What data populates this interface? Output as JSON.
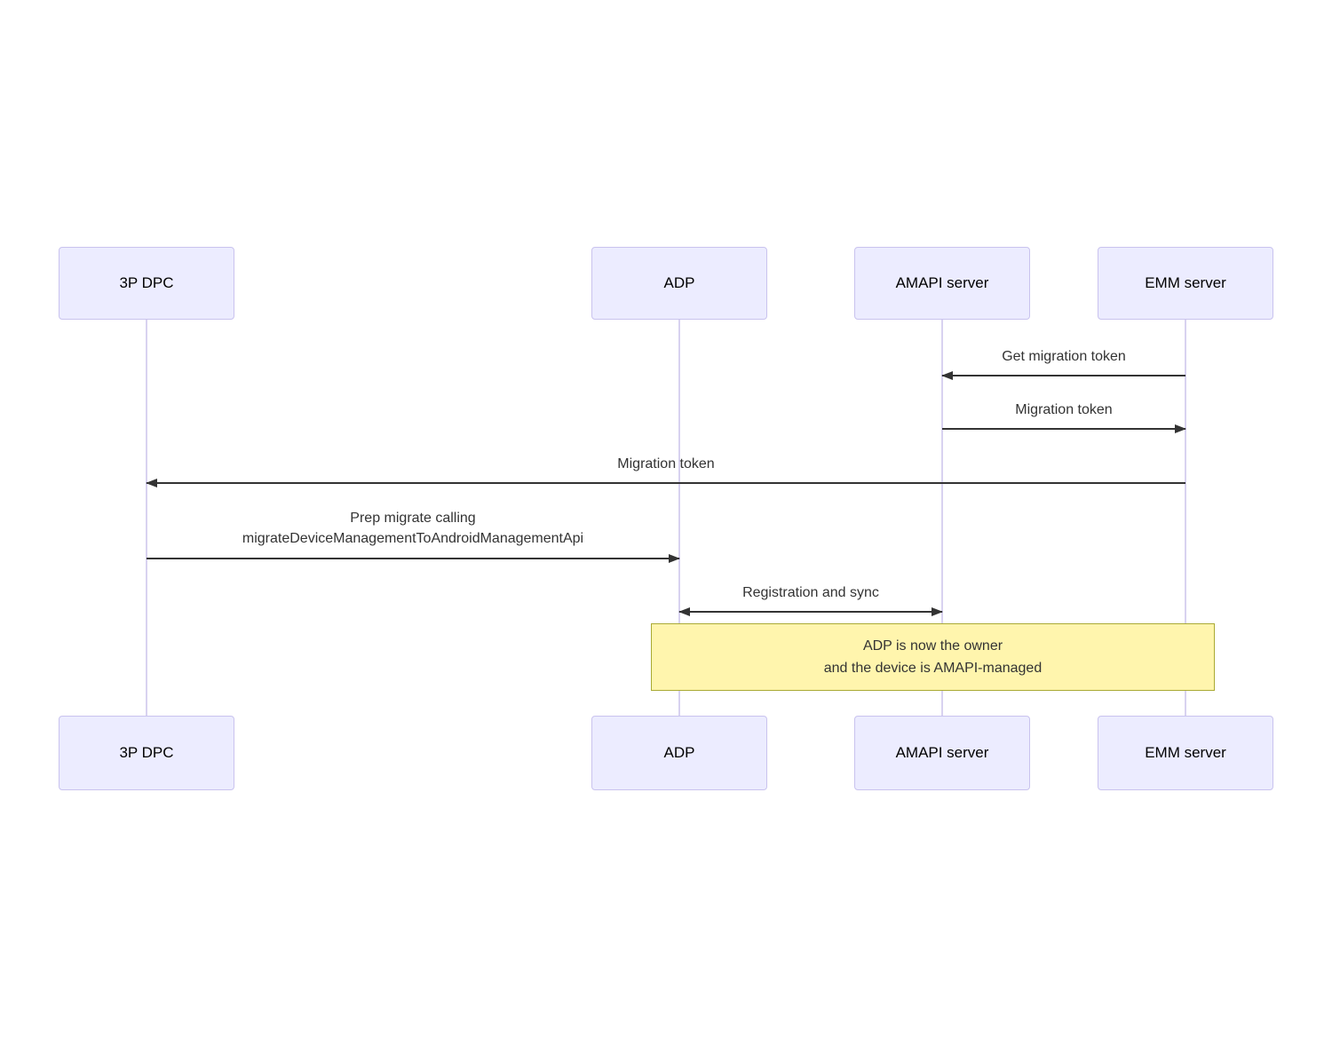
{
  "colors": {
    "actor_fill": "#ECECFF",
    "actor_border": "#C9C3EE",
    "lifeline": "#D8D2F0",
    "arrow": "#333333",
    "text": "#333333",
    "note_fill": "#FFF5AD",
    "note_border": "#AAAA33",
    "background": "#FFFFFF"
  },
  "chart_data": {
    "type": "sequence-diagram",
    "title": ""
  },
  "diagram": {
    "actors": [
      {
        "label": "3P DPC"
      },
      {
        "label": "ADP"
      },
      {
        "label": "AMAPI server"
      },
      {
        "label": "EMM server"
      }
    ],
    "messages": [
      {
        "label": "Get migration token",
        "from": "EMM server",
        "to": "AMAPI server",
        "direction": "left"
      },
      {
        "label": "Migration token",
        "from": "AMAPI server",
        "to": "EMM server",
        "direction": "right"
      },
      {
        "label": "Migration token",
        "from": "EMM server",
        "to": "3P DPC",
        "direction": "left"
      },
      {
        "label": "Prep migrate calling",
        "label2": "migrateDeviceManagementToAndroidManagementApi",
        "from": "3P DPC",
        "to": "ADP",
        "direction": "right"
      },
      {
        "label": "Registration and sync",
        "from": "ADP",
        "to": "AMAPI server",
        "direction": "both"
      }
    ],
    "note": {
      "line1": "ADP is now the owner",
      "line2": "and the device is AMAPI-managed"
    }
  }
}
